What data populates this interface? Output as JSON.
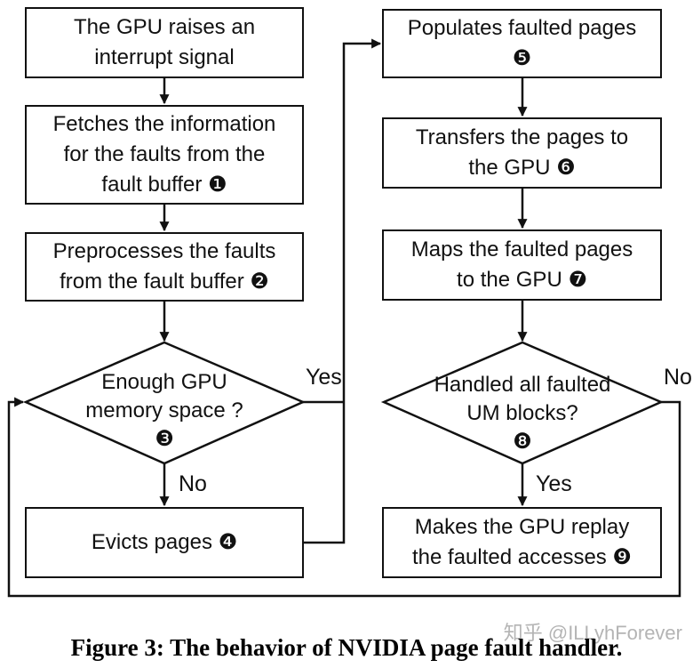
{
  "figure": {
    "caption": "Figure 3: The behavior of NVIDIA page fault handler.",
    "watermark": "知乎 @ILLyhForever"
  },
  "colors": {
    "line": "#111111",
    "text": "#111111",
    "watermark": "#b4b4b4",
    "background": "#ffffff"
  },
  "flowchart": {
    "nodes": {
      "raise_interrupt": "The GPU raises an\ninterrupt signal",
      "fetch_info": "Fetches the information\nfor the faults from the\nfault buffer ❶",
      "preprocess": "Preprocesses the faults\nfrom the fault buffer ❷",
      "memory_check": "Enough GPU\nmemory space ?\n❸",
      "evict": "Evicts pages ❹",
      "populate": "Populates faulted pages\n❺",
      "transfer": "Transfers the pages to\nthe GPU ❻",
      "map": "Maps the faulted pages\nto the GPU ❼",
      "handled_check": "Handled all faulted\nUM blocks?\n❽",
      "replay": "Makes the GPU replay\nthe faulted accesses ❾"
    },
    "edge_labels": {
      "memory_yes": "Yes",
      "memory_no": "No",
      "handled_yes": "Yes",
      "handled_no": "No"
    }
  }
}
